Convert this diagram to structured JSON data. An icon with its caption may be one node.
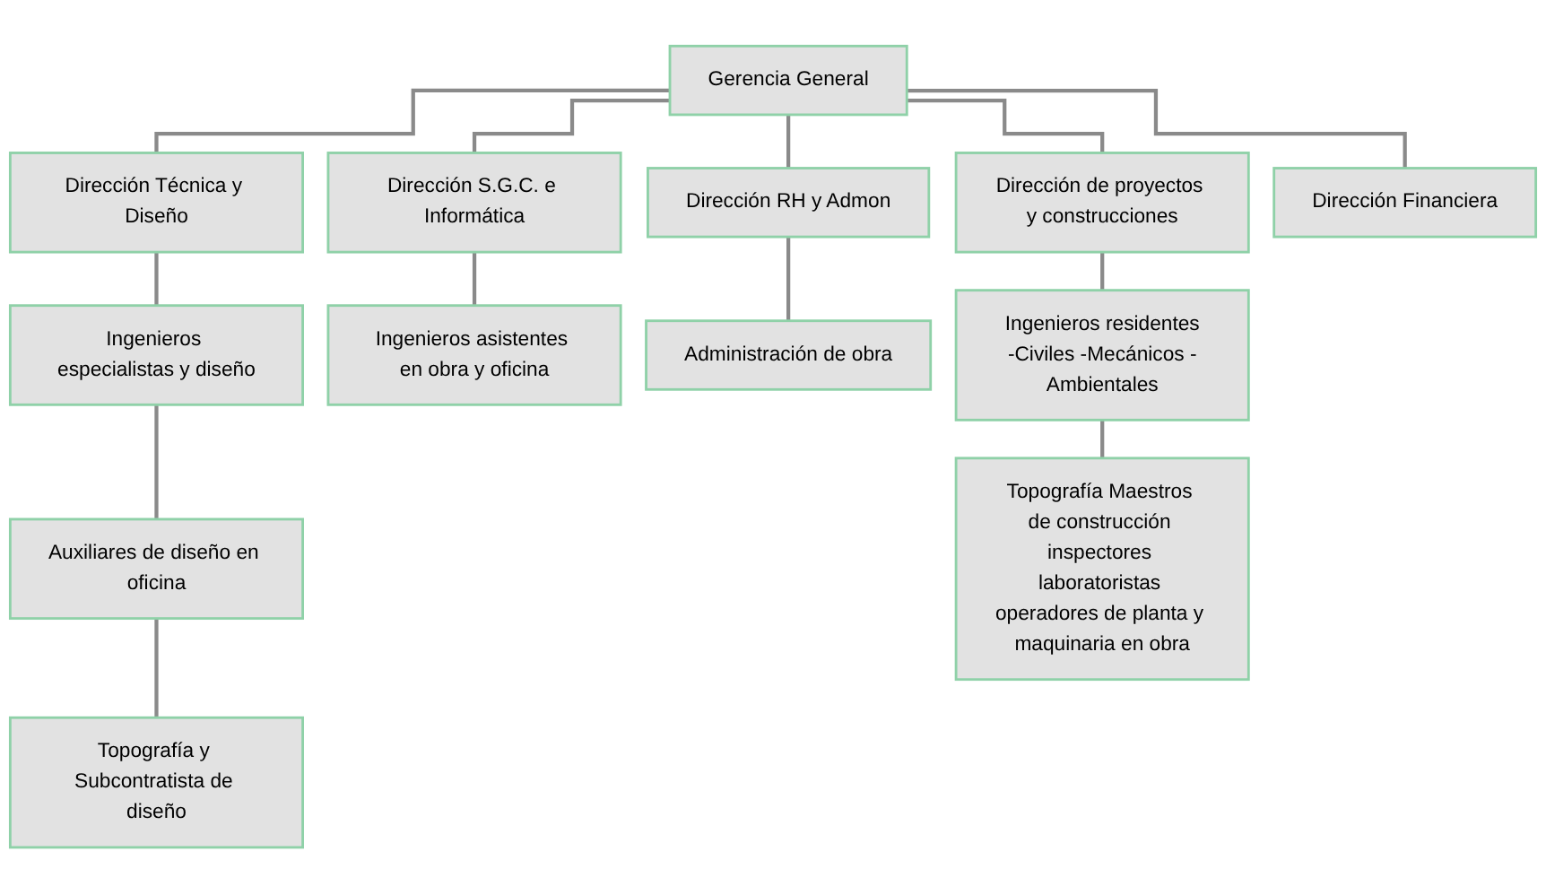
{
  "diagram": {
    "nodes": [
      {
        "text": [
          "Gerencia General"
        ]
      },
      {
        "text": [
          "Dirección Técnica y Diseño"
        ]
      },
      {
        "text": [
          "Dirección S.G.C. e Informática"
        ]
      },
      {
        "text": [
          "Dirección RH y Admon"
        ]
      },
      {
        "text": [
          "Dirección de proyectos y construcciones"
        ]
      },
      {
        "text": [
          "Dirección Financiera"
        ]
      },
      {
        "text": [
          "Ingenieros especialistas y diseño"
        ]
      },
      {
        "text": [
          "Ingenieros asistentes en obra y oficina"
        ]
      },
      {
        "text": [
          "Administración de obra"
        ]
      },
      {
        "text": [
          "Ingenieros residentes",
          "-Civiles -Mecánicos -Ambientales"
        ]
      },
      {
        "text": [
          "Auxiliares de diseño en oficina"
        ]
      },
      {
        "text": [
          "Topografía y Subcontratista de diseño"
        ]
      },
      {
        "text": [
          "Topografía Maestros de construcción inspectores laboratoristas operadores de planta y maquinaria en obra"
        ]
      }
    ],
    "edges": [
      {
        "from": 0,
        "to": 1,
        "arrow": "none"
      },
      {
        "from": 0,
        "to": 2,
        "arrow": "none"
      },
      {
        "from": 0,
        "to": 3,
        "arrow": "none"
      },
      {
        "from": 0,
        "to": 4,
        "arrow": "none"
      },
      {
        "from": 0,
        "to": 5,
        "arrow": "none"
      },
      {
        "from": 1,
        "to": 6,
        "arrow": "none"
      },
      {
        "from": 2,
        "to": 7,
        "arrow": "none"
      },
      {
        "from": 3,
        "to": 8,
        "arrow": "none"
      },
      {
        "from": 4,
        "to": 9,
        "arrow": "none"
      },
      {
        "from": 6,
        "to": 10,
        "arrow": "none"
      },
      {
        "from": 10,
        "to": 11,
        "arrow": "none"
      },
      {
        "from": 9,
        "to": 12,
        "arrow": "none"
      }
    ]
  }
}
